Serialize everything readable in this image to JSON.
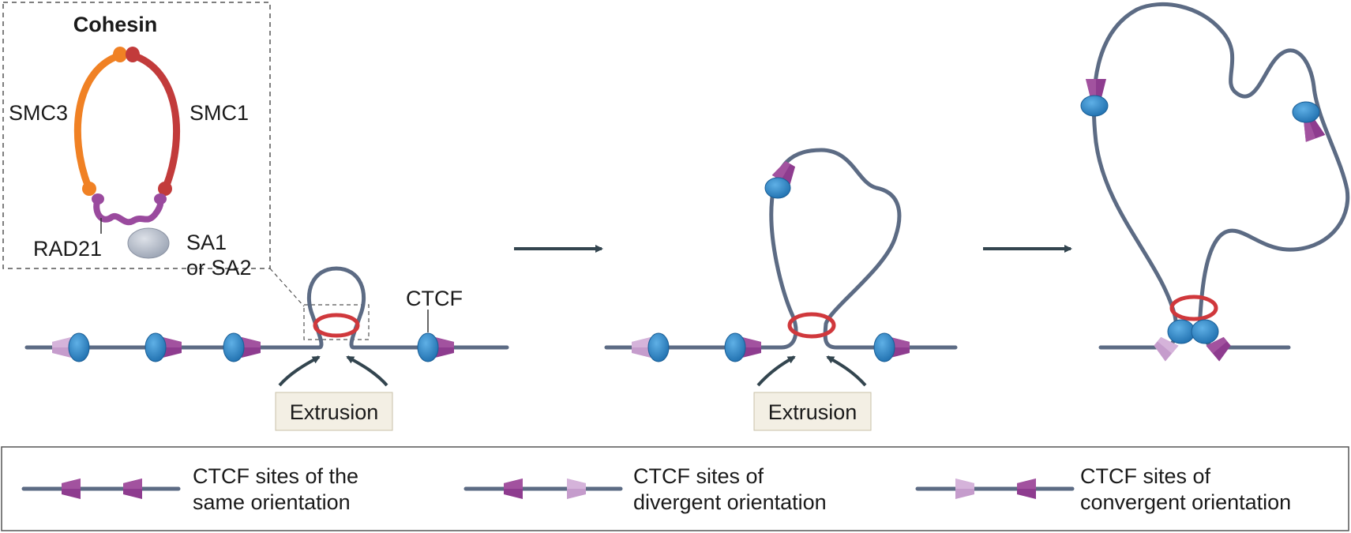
{
  "colors": {
    "chromatin": "#5c6b84",
    "cohesin_ring": "#d0383c",
    "ctcf": "#2f86c7",
    "ctcf_site_dark": "#8e3c8f",
    "ctcf_site_light": "#c59ccc",
    "smc3": "#f08124",
    "smc1": "#c23b3b",
    "rad21": "#9a4a9e",
    "sa": "#b8bfcc",
    "arrow": "#33454f",
    "extrusion_box": "#f3efe4"
  },
  "inset": {
    "title": "Cohesin",
    "smc3": "SMC3",
    "smc1": "SMC1",
    "rad21": "RAD21",
    "sa_line1": "SA1",
    "sa_line2": "or SA2"
  },
  "panels": {
    "ctcf_label": "CTCF",
    "extrusion_label_1": "Extrusion",
    "extrusion_label_2": "Extrusion"
  },
  "legend": {
    "items": [
      {
        "line1": "CTCF sites of the",
        "line2": "same orientation"
      },
      {
        "line1": "CTCF sites of",
        "line2": "divergent orientation"
      },
      {
        "line1": "CTCF sites of",
        "line2": "convergent orientation"
      }
    ]
  }
}
